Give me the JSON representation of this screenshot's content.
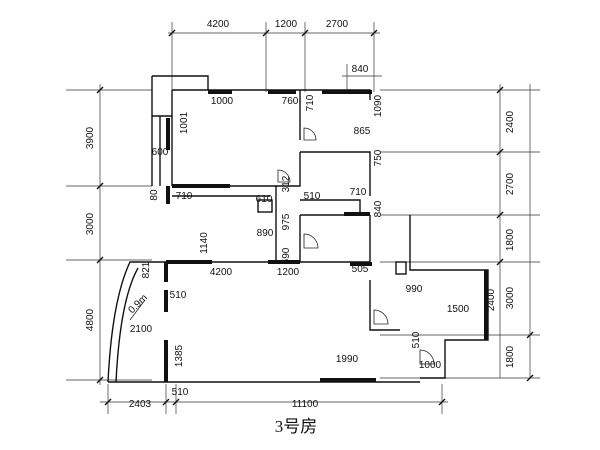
{
  "title": "3号房",
  "top_dims": [
    "4200",
    "1200",
    "2700",
    "840"
  ],
  "left_dims": [
    "3900",
    "3000",
    "4800"
  ],
  "right_dims": [
    "2400",
    "2700",
    "1800",
    "3000",
    "1800"
  ],
  "bottom_dims": [
    "2403",
    "510",
    "11100"
  ],
  "room_dims": [
    "1000",
    "760",
    "710",
    "1090",
    "1001",
    "865",
    "600",
    "750",
    "80",
    "710",
    "610",
    "312",
    "510",
    "710",
    "840",
    "975",
    "890",
    "1140",
    "590",
    "821",
    "4200",
    "1200",
    "505",
    "990",
    "2400",
    "510",
    "1500",
    "2100",
    "1385",
    "510",
    "1000",
    "1990"
  ],
  "annotation": "0.9m"
}
